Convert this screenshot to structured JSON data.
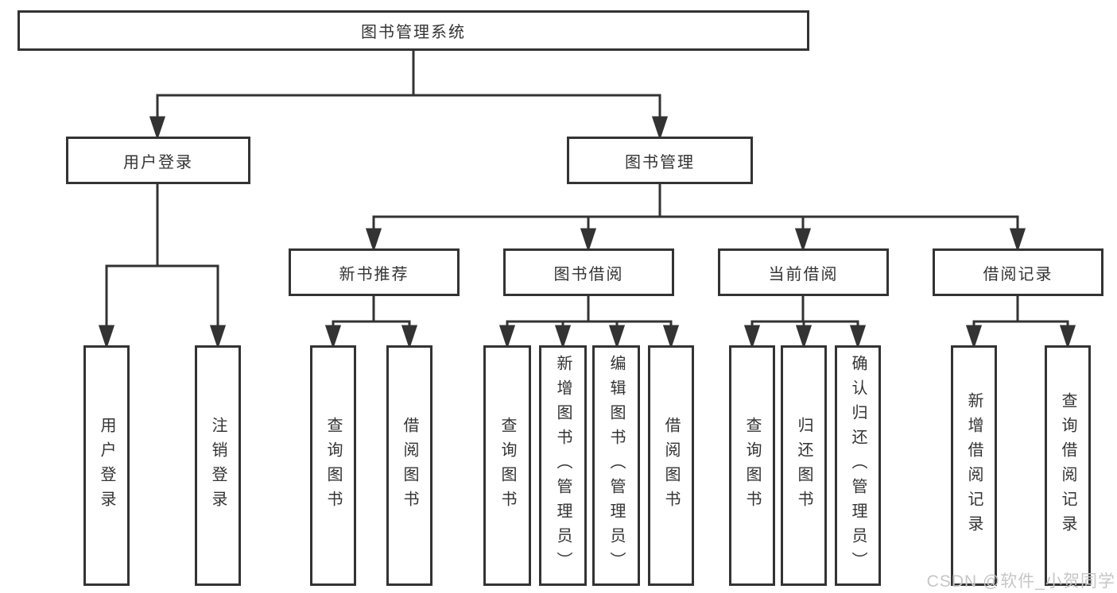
{
  "nodes": {
    "root": "图书管理系统",
    "user_login": "用户登录",
    "book_mgmt": "图书管理",
    "new_book": "新书推荐",
    "book_borrow": "图书借阅",
    "current_borrow": "当前借阅",
    "borrow_records": "借阅记录",
    "leaf_user_login": "用户登录",
    "leaf_logout": "注销登录",
    "leaf_nb_query": "查询图书",
    "leaf_nb_borrow": "借阅图书",
    "leaf_bw_query": "查询图书",
    "leaf_bw_add": "新增图书（管理员）",
    "leaf_bw_edit": "编辑图书（管理员）",
    "leaf_bw_borrow": "借阅图书",
    "leaf_cur_query": "查询图书",
    "leaf_cur_return": "归还图书",
    "leaf_cur_confirm": "确认归还（管理员）",
    "leaf_rec_add": "新增借阅记录",
    "leaf_rec_query": "查询借阅记录"
  },
  "hierarchy": {
    "图书管理系统": {
      "用户登录": [
        "用户登录",
        "注销登录"
      ],
      "图书管理": {
        "新书推荐": [
          "查询图书",
          "借阅图书"
        ],
        "图书借阅": [
          "查询图书",
          "新增图书（管理员）",
          "编辑图书（管理员）",
          "借阅图书"
        ],
        "当前借阅": [
          "查询图书",
          "归还图书",
          "确认归还（管理员）"
        ],
        "借阅记录": [
          "新增借阅记录",
          "查询借阅记录"
        ]
      }
    }
  },
  "watermark": "CSDN @软件_小贺同学",
  "colors": {
    "line": "#333333",
    "text": "#333333",
    "watermark": "#c6c6c6",
    "background": "#ffffff"
  }
}
